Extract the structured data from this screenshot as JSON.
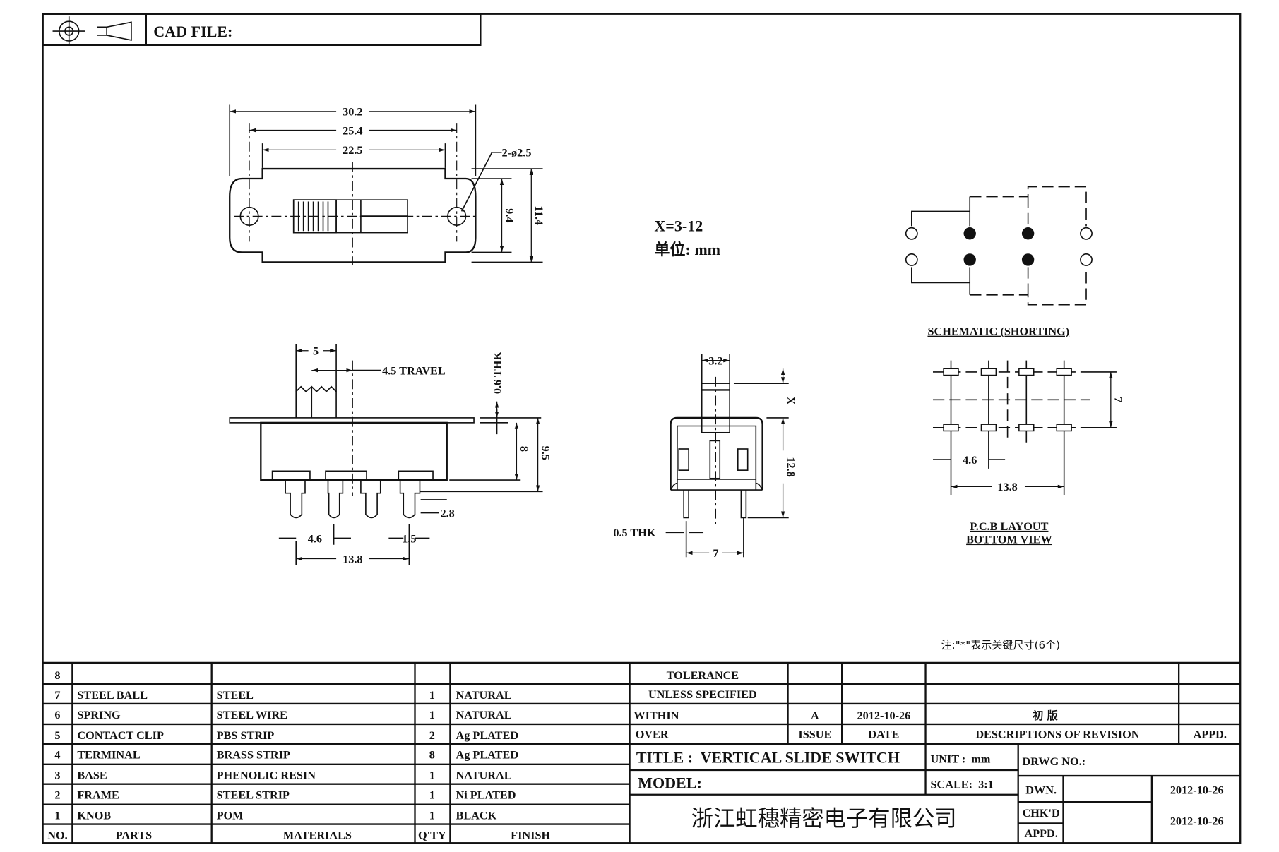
{
  "header": {
    "cad_file_label": "CAD FILE:",
    "projection_icon": "third-angle-projection-icon"
  },
  "top_view": {
    "dim_overall": "30.2",
    "dim_holes": "25.4",
    "dim_body": "22.5",
    "dim_hole_dia": "2-ø2.5",
    "dim_height_inner": "9.4",
    "dim_height_outer": "11.4"
  },
  "notes": {
    "x_range": "X=3-12",
    "unit_note": "单位: mm",
    "key_dims_note": "注:\"*\"表示关键尺寸(6个)"
  },
  "schematic": {
    "label": "SCHEMATIC (SHORTING)"
  },
  "pcb_layout": {
    "label_line1": "P.C.B LAYOUT",
    "label_line2": "BOTTOM VIEW",
    "dim_row": "7",
    "dim_pitch": "4.6",
    "dim_span": "13.8"
  },
  "side_view": {
    "dim_knob": "5",
    "dim_travel": "4.5 TRAVEL",
    "dim_thk": "0.6 THK",
    "dim_body_h": "8",
    "dim_total_h": "9.5",
    "dim_pin_w": "2.8",
    "dim_pitch": "4.6",
    "dim_pin_t": "1.5",
    "dim_span": "13.8"
  },
  "end_view": {
    "dim_knob_w": "3.2",
    "dim_x": "X",
    "dim_height": "12.8",
    "dim_thk": "0.5 THK",
    "dim_row": "7"
  },
  "bom": {
    "headers": {
      "no": "NO.",
      "parts": "PARTS",
      "materials": "MATERIALS",
      "qty": "Q'TY",
      "finish": "FINISH"
    },
    "rows": [
      {
        "no": "8",
        "parts": "",
        "materials": "",
        "qty": "",
        "finish": ""
      },
      {
        "no": "7",
        "parts": "STEEL BALL",
        "materials": "STEEL",
        "qty": "1",
        "finish": "NATURAL"
      },
      {
        "no": "6",
        "parts": "SPRING",
        "materials": "STEEL WIRE",
        "qty": "1",
        "finish": "NATURAL"
      },
      {
        "no": "5",
        "parts": "CONTACT CLIP",
        "materials": "PBS STRIP",
        "qty": "2",
        "finish": "Ag PLATED"
      },
      {
        "no": "4",
        "parts": "TERMINAL",
        "materials": "BRASS STRIP",
        "qty": "8",
        "finish": "Ag PLATED"
      },
      {
        "no": "3",
        "parts": "BASE",
        "materials": "PHENOLIC RESIN",
        "qty": "1",
        "finish": "NATURAL"
      },
      {
        "no": "2",
        "parts": "FRAME",
        "materials": "STEEL STRIP",
        "qty": "1",
        "finish": "Ni PLATED"
      },
      {
        "no": "1",
        "parts": "KNOB",
        "materials": "POM",
        "qty": "1",
        "finish": "BLACK"
      }
    ]
  },
  "title_block": {
    "tolerance_line1": "TOLERANCE",
    "tolerance_line2": "UNLESS  SPECIFIED",
    "within": "WITHIN",
    "over": "OVER",
    "revision": {
      "issue": "A",
      "date": "2012-10-26",
      "description": "初 版"
    },
    "issue_label": "ISSUE",
    "date_label": "DATE",
    "desc_label": "DESCRIPTIONS OF REVISION",
    "appd_label": "APPD.",
    "title": "TITLE :  VERTICAL SLIDE SWITCH",
    "unit": "UNIT :  mm",
    "drwg_no": "DRWG NO.:",
    "model": "MODEL:",
    "scale": "SCALE:  3:1",
    "company": "浙江虹穗精密电子有限公司",
    "dwn_label": "DWN.",
    "dwn_date": "2012-10-26",
    "chkd_label": "CHK'D",
    "appd2_label": "APPD.",
    "chk_date": "2012-10-26"
  }
}
